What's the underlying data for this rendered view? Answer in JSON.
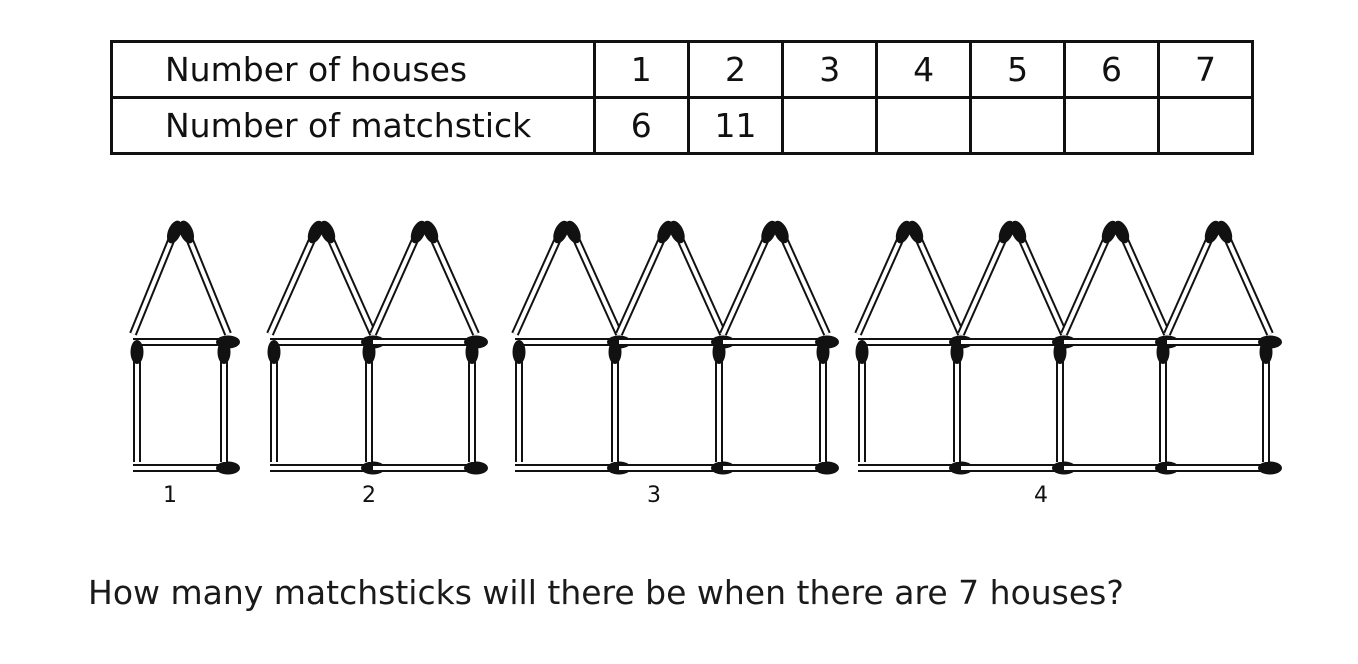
{
  "table": {
    "houses_header": "Number of houses",
    "matchsticks_header": "Number of matchstick",
    "houses": [
      "1",
      "2",
      "3",
      "4",
      "5",
      "6",
      "7"
    ],
    "matchsticks": [
      "6",
      "11",
      "",
      "",
      "",
      "",
      ""
    ]
  },
  "figures": [
    {
      "label": "1",
      "houses": 1
    },
    {
      "label": "2",
      "houses": 2
    },
    {
      "label": "3",
      "houses": 3
    },
    {
      "label": "4",
      "houses": 4
    }
  ],
  "question": "How many matchsticks will there be when there are 7 houses?"
}
